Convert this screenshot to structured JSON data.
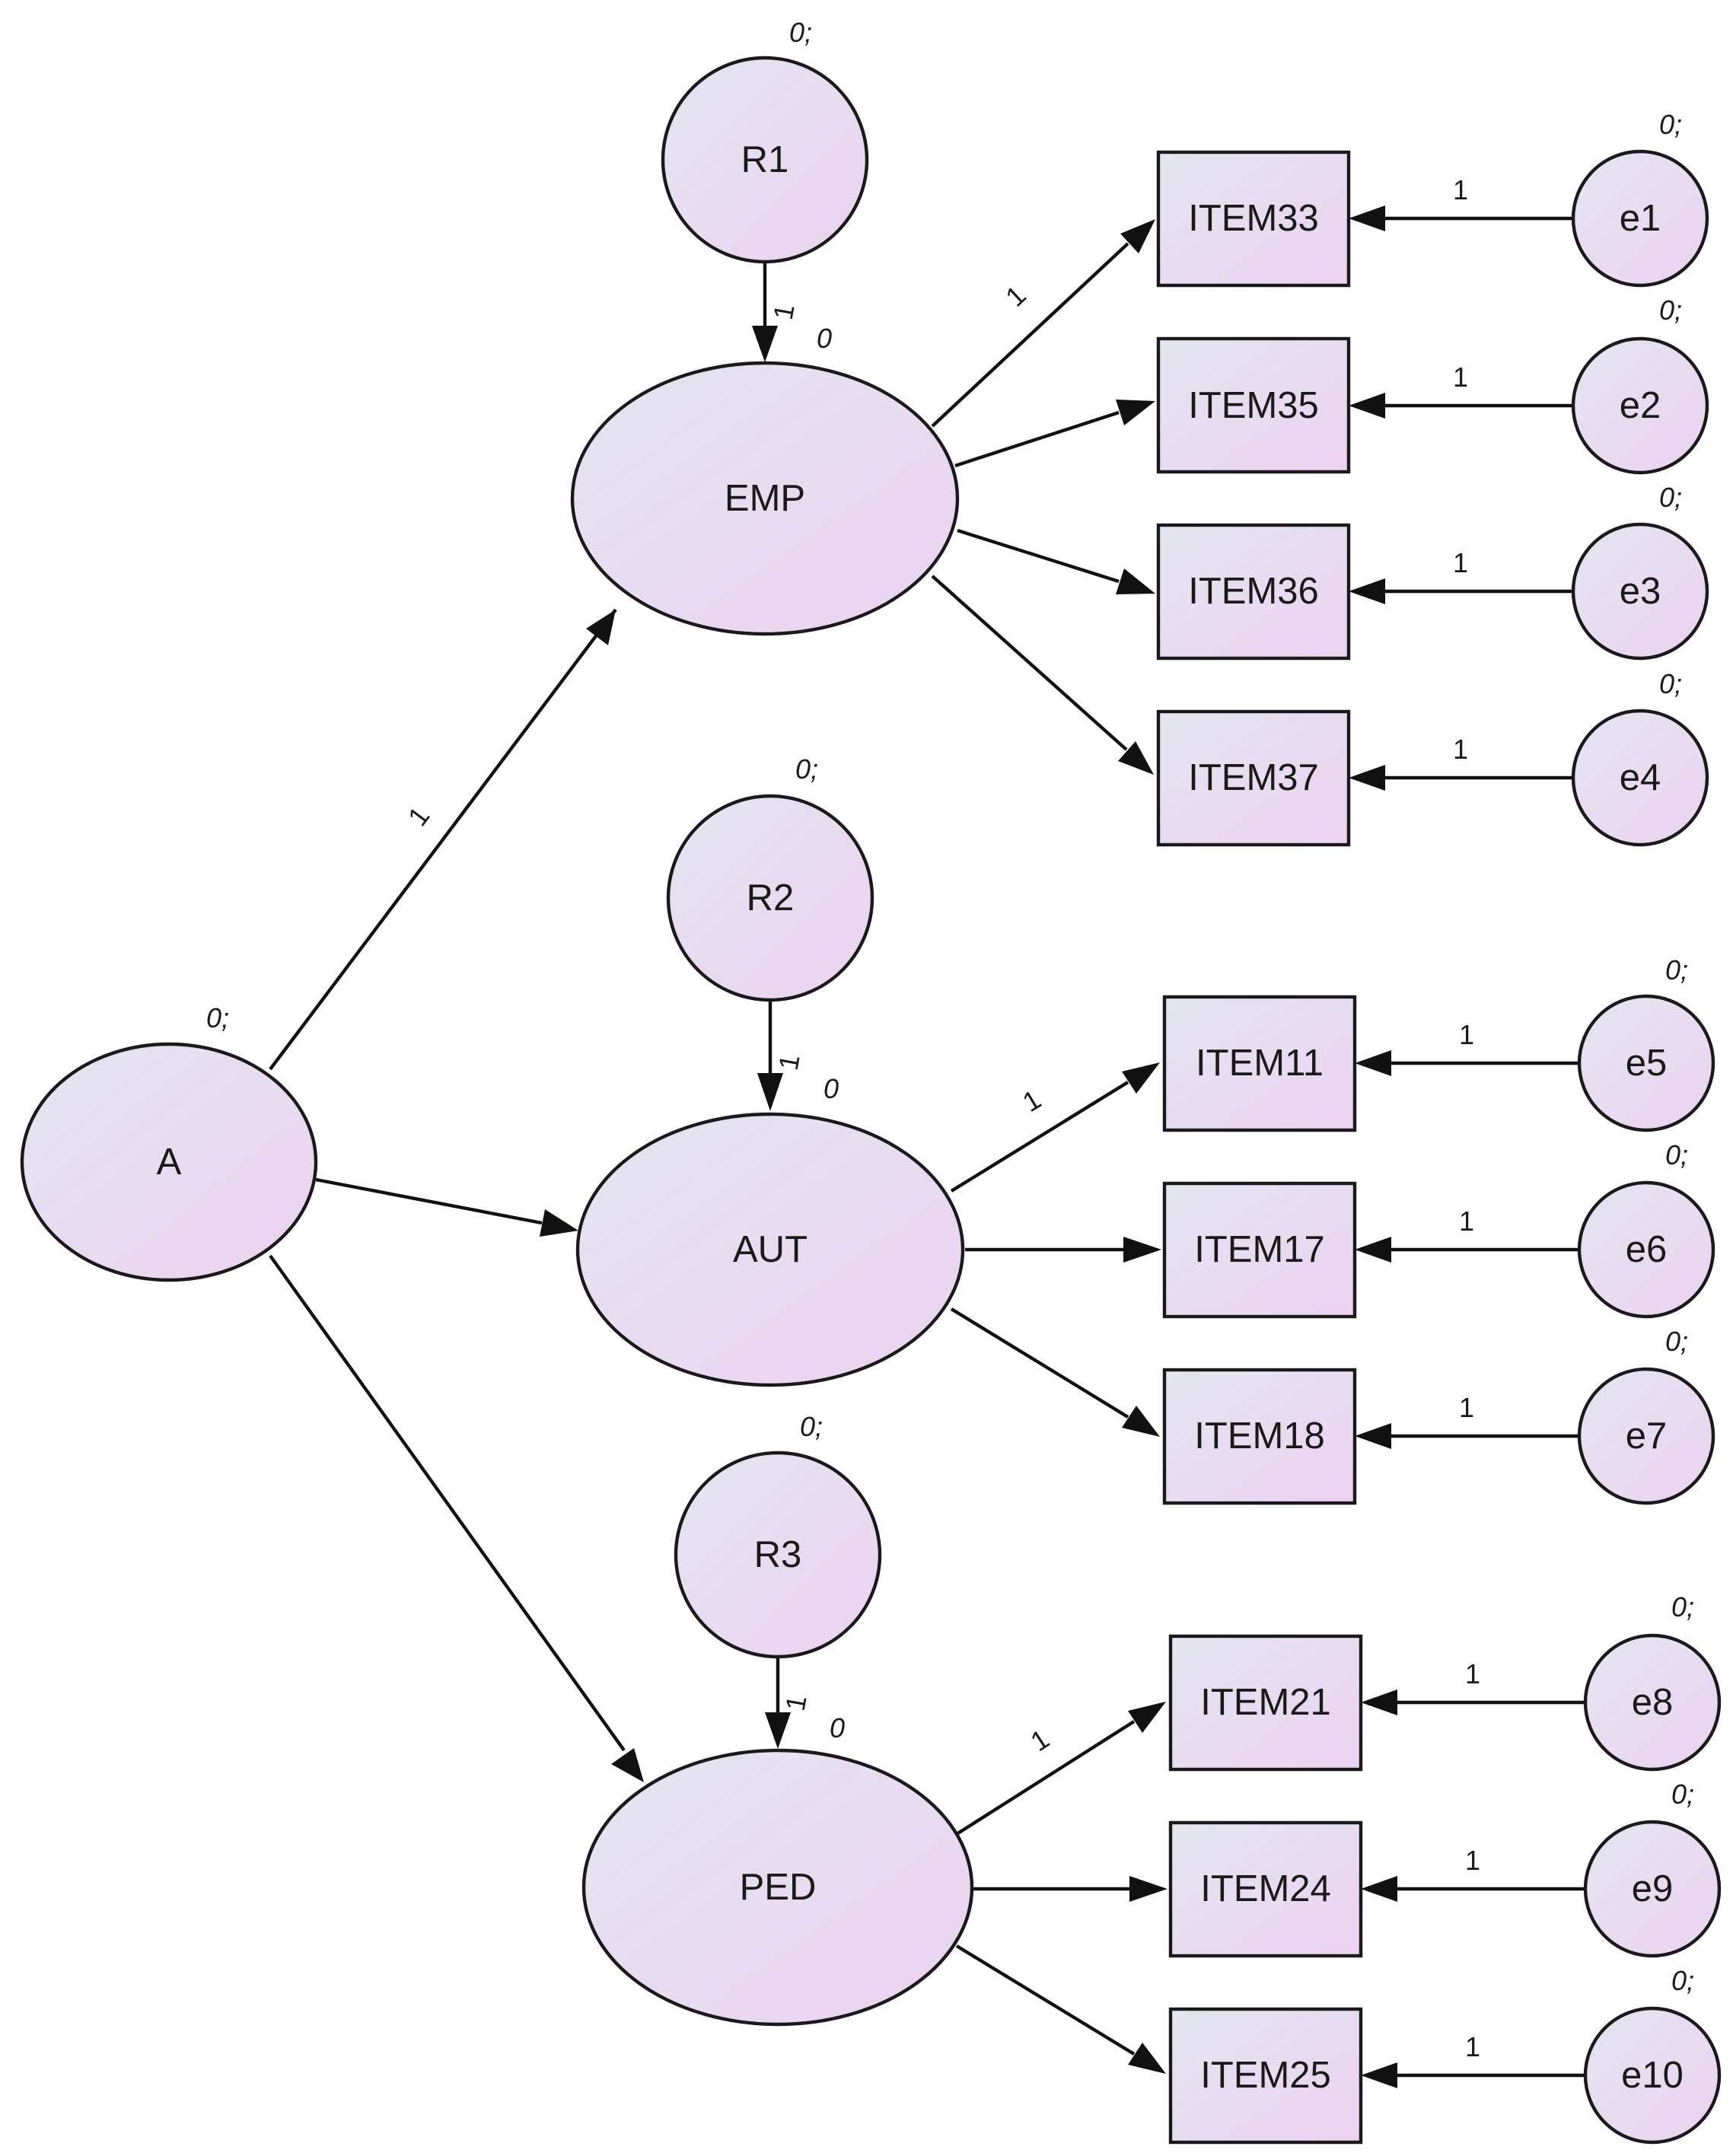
{
  "colors": {
    "fill_top": "#e3e6ef",
    "fill_bottom": "#ecd2f1",
    "stroke": "#1a1a1a"
  },
  "nodes": {
    "A": "A",
    "EMP": "EMP",
    "AUT": "AUT",
    "PED": "PED",
    "R1": "R1",
    "R2": "R2",
    "R3": "R3",
    "ITEM33": "ITEM33",
    "ITEM35": "ITEM35",
    "ITEM36": "ITEM36",
    "ITEM37": "ITEM37",
    "ITEM11": "ITEM11",
    "ITEM17": "ITEM17",
    "ITEM18": "ITEM18",
    "ITEM21": "ITEM21",
    "ITEM24": "ITEM24",
    "ITEM25": "ITEM25",
    "e1": "e1",
    "e2": "e2",
    "e3": "e3",
    "e4": "e4",
    "e5": "e5",
    "e6": "e6",
    "e7": "e7",
    "e8": "e8",
    "e9": "e9",
    "e10": "e10"
  },
  "variance_label": "0;",
  "intercept_label": "0",
  "fixed_weight": "1"
}
